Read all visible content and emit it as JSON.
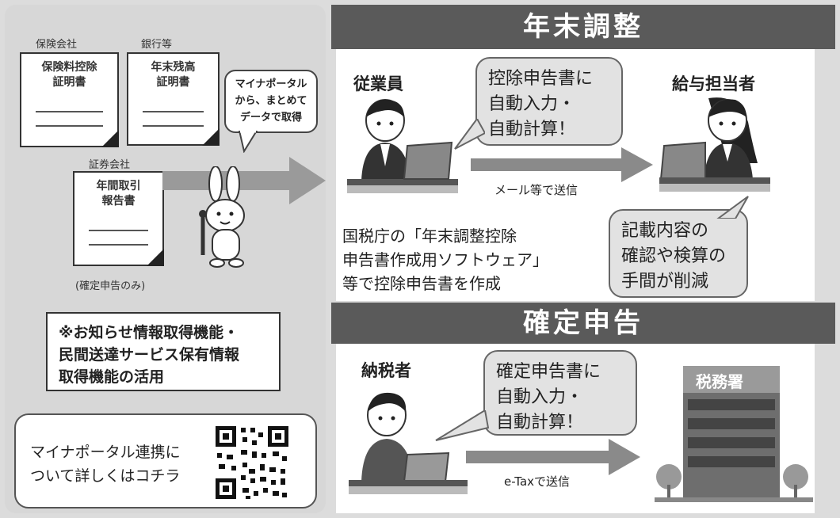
{
  "sources": {
    "insurance": {
      "company": "保険会社",
      "doc": [
        "保険料控除",
        "証明書"
      ]
    },
    "bank": {
      "company": "銀行等",
      "doc": [
        "年末残高",
        "証明書"
      ]
    },
    "securities": {
      "company": "証券会社",
      "doc": [
        "年間取引",
        "報告書"
      ],
      "note": "(確定申告のみ)"
    }
  },
  "mascot_bubble": [
    "マイナポータル",
    "から、まとめて",
    "データで取得"
  ],
  "notice": [
    "※お知らせ情報取得機能・",
    "民間送達サービス保有情報",
    "取得機能の活用"
  ],
  "link": {
    "text": [
      "マイナポータル連携に",
      "ついて詳しくはコチラ"
    ]
  },
  "year_end": {
    "title": "年末調整",
    "employee": "従業員",
    "bubble": [
      "控除申告書に",
      "自動入力・",
      "自動計算！"
    ],
    "payroll": "給与担当者",
    "arrow_label": "メール等で送信",
    "description": [
      "国税庁の「年末調整控除",
      "申告書作成用ソフトウェア」",
      "等で控除申告書を作成"
    ],
    "payroll_bubble": [
      "記載内容の",
      "確認や検算の",
      "手間が削減"
    ]
  },
  "tax_return": {
    "title": "確定申告",
    "taxpayer": "納税者",
    "bubble": [
      "確定申告書に",
      "自動入力・",
      "自動計算！"
    ],
    "office": "税務署",
    "arrow_label": "e-Taxで送信"
  }
}
